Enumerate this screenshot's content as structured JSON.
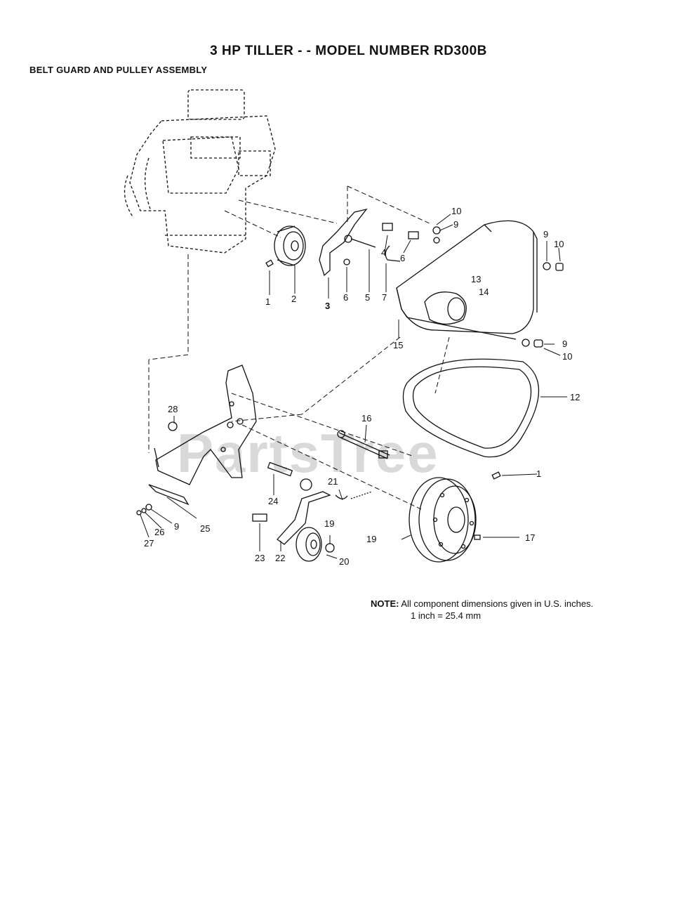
{
  "title": "3 HP TILLER - - MODEL NUMBER RD300B",
  "subtitle": "BELT GUARD AND PULLEY ASSEMBLY",
  "watermark": "PartsTree",
  "note": {
    "label": "NOTE:",
    "line1": "All component dimensions given in U.S. inches.",
    "line2": "1 inch = 25.4 mm"
  },
  "callouts": {
    "c1a": "1",
    "c2": "2",
    "c3": "3",
    "c6a": "6",
    "c5": "5",
    "c7": "7",
    "c4": "4",
    "c6b": "6",
    "c10a": "10",
    "c9a": "9",
    "c9b": "9",
    "c10b": "10",
    "c13": "13",
    "c14": "14",
    "c15": "15",
    "c9c": "9",
    "c10c": "10",
    "c12": "12",
    "c28": "28",
    "c16": "16",
    "c1b": "1",
    "c21": "21",
    "c24": "24",
    "c25": "25",
    "c9d": "9",
    "c26": "26",
    "c27": "27",
    "c23": "23",
    "c22": "22",
    "c19a": "19",
    "c20": "20",
    "c19b": "19",
    "c17": "17"
  }
}
